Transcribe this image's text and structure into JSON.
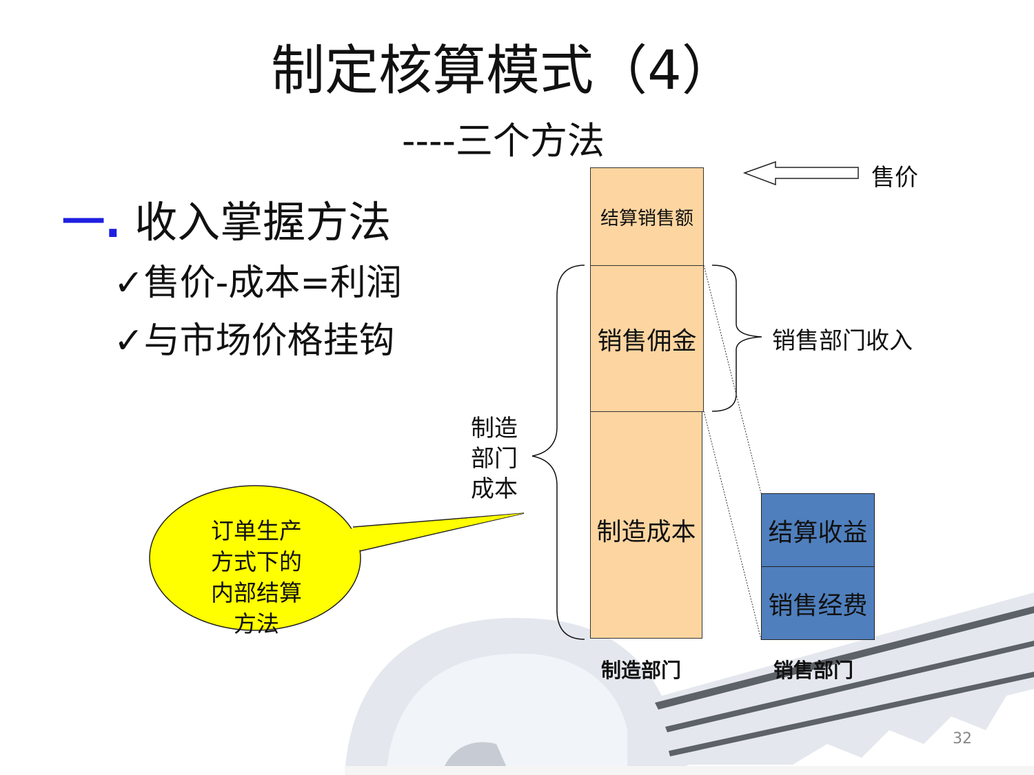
{
  "title": "制定核算模式（4）",
  "subtitle": "----三个方法",
  "section": {
    "number": "一.",
    "heading": "收入掌握方法"
  },
  "bullets": [
    "✓售价-成本=利润",
    "✓与市场价格挂钩"
  ],
  "diagram": {
    "manufacturing_column": [
      "结算销售额",
      "销售佣金",
      "制造成本"
    ],
    "sales_column": [
      "结算收益",
      "销售经费"
    ],
    "price_label": "售价",
    "sales_income_label": "销售部门收入",
    "manufacturing_cost_label": [
      "制造",
      "部门",
      "成本"
    ],
    "dept_labels": [
      "制造部门",
      "销售部门"
    ],
    "colors": {
      "manufacturing": "#fdd5a0",
      "sales": "#4f7fbd",
      "callout": "#ffff00"
    }
  },
  "callout": "订单生产方式下的内部结算方法",
  "page_number": "32"
}
